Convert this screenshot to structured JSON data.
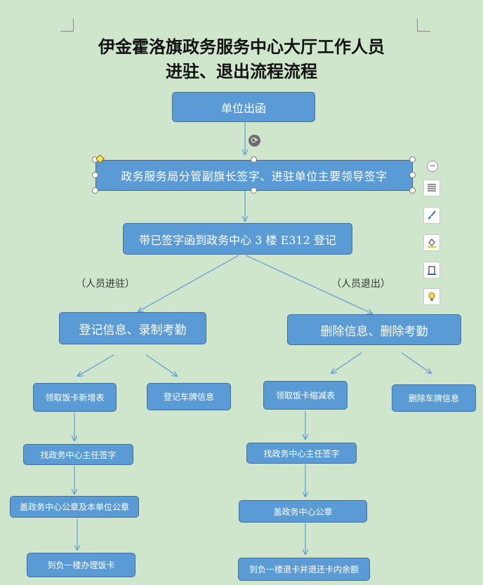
{
  "title": {
    "line1": "伊金霍洛旗政务服务中心大厅工作人员",
    "line2": "进驻、退出流程流程"
  },
  "nodes": {
    "unit_letter": "单位出函",
    "sign_off": "政务服务局分管副旗长签字、进驻单位主要领导签字",
    "register": "带已签字函到政务中心 3 楼 E312 登记",
    "enter_info": "登记信息、录制考勤",
    "delete_info": "删除信息、删除考勤",
    "get_meal_card_add": "领取饭卡新增表",
    "register_plate": "登记车牌信息",
    "get_meal_card_reduce": "领取饭卡缩减表",
    "delete_plate": "删除车牌信息",
    "director_sign_left": "找政务中心主任签字",
    "director_sign_right": "找政务中心主任签字",
    "stamp_both": "盖政务中心公章及本单位公章",
    "stamp_center": "盖政务中心公章",
    "issue_meal_card": "到负一楼办理饭卡",
    "return_meal_card": "到负一楼退卡并退还卡内余额"
  },
  "branch_labels": {
    "enter": "（人员进驻）",
    "exit": "（人员退出）"
  },
  "toolbar": {
    "icons": [
      "layout-options-icon",
      "style-brush-icon",
      "fill-bucket-icon",
      "outline-icon",
      "lightbulb-icon"
    ]
  },
  "colors": {
    "background": "#cfe6cc",
    "box_fill": "#5b9bd5",
    "box_border": "#41719c",
    "connector": "#5b9bd5"
  }
}
